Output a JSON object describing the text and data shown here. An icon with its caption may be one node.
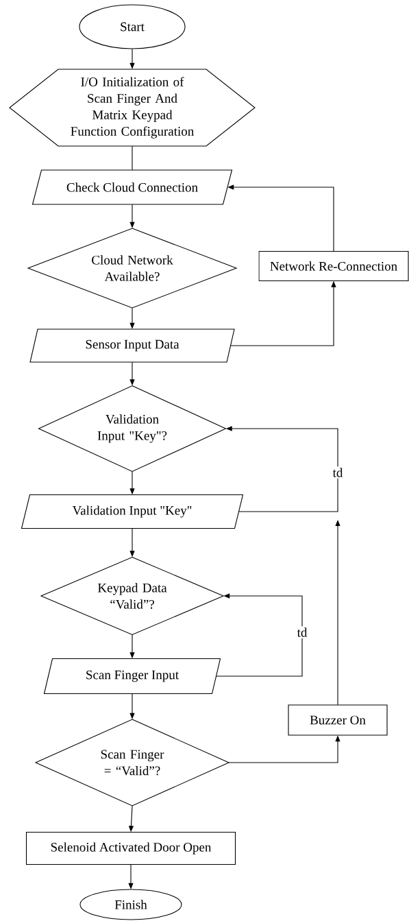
{
  "diagram": {
    "nodes": [
      {
        "text": [
          "Start"
        ]
      },
      {
        "text": [
          "I/O Initialization of Scan Finger And Matrix Keypad Function Configuration"
        ]
      },
      {
        "text": [
          "Check Cloud Connection"
        ]
      },
      {
        "text": [
          "Cloud Network Available?"
        ]
      },
      {
        "text": [
          "Network Re-Connection"
        ]
      },
      {
        "text": [
          "Sensor Input Data"
        ]
      },
      {
        "text": [
          "Validation Input \"Key\"?"
        ]
      },
      {
        "text": [
          "Validation Input \"Key\""
        ]
      },
      {
        "text": [
          "Keypad Data “Valid”?"
        ]
      },
      {
        "text": [
          "Scan Finger Input"
        ]
      },
      {
        "text": [
          "Buzzer On"
        ]
      },
      {
        "text": [
          "Scan Finger = “Valid”?"
        ]
      },
      {
        "text": [
          "Selenoid Activated Door Open"
        ]
      },
      {
        "text": [
          "Finish"
        ]
      }
    ],
    "edges": [
      {
        "from": 0,
        "to": 1,
        "arrow": "to"
      },
      {
        "from": 1,
        "to": 2,
        "arrow": "none"
      },
      {
        "from": 2,
        "to": 3,
        "arrow": "to"
      },
      {
        "from": 3,
        "to": 5,
        "arrow": "to"
      },
      {
        "from": 5,
        "to": 4,
        "arrow": "to"
      },
      {
        "from": 4,
        "to": 2,
        "arrow": "to"
      },
      {
        "from": 5,
        "to": 6,
        "arrow": "to"
      },
      {
        "from": 6,
        "to": 7,
        "arrow": "to"
      },
      {
        "from": 7,
        "to": 6,
        "arrow": "to",
        "label": "td"
      },
      {
        "from": 7,
        "to": 8,
        "arrow": "to"
      },
      {
        "from": 8,
        "to": 9,
        "arrow": "to"
      },
      {
        "from": 9,
        "to": 8,
        "arrow": "to",
        "label": "td"
      },
      {
        "from": 9,
        "to": 11,
        "arrow": "to"
      },
      {
        "from": 11,
        "to": 10,
        "arrow": "to"
      },
      {
        "from": 10,
        "to": null,
        "arrow": "to"
      },
      {
        "from": 11,
        "to": 12,
        "arrow": "to"
      },
      {
        "from": 12,
        "to": 13,
        "arrow": "to"
      }
    ]
  }
}
